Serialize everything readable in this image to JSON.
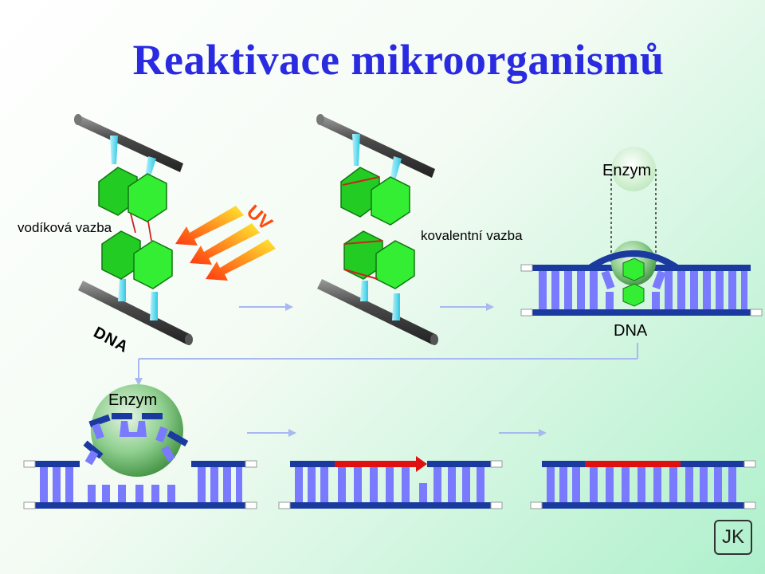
{
  "title": "Reaktivace mikroorganismů",
  "labels": {
    "enzym_top": "Enzym",
    "hydrogen_bond": "vodíková vazba",
    "uv": "UV",
    "covalent_bond": "kovalentní vazba",
    "dna_left": "DNA",
    "dna_right": "DNA",
    "enzym_bottom": "Enzym"
  },
  "logo": "JK",
  "colors": {
    "title": "#2a2ae0",
    "dna_backbone": "#1a3aa0",
    "dna_base": "#7a7aff",
    "thymine_dimer": "#22dd22",
    "repaired_strand": "#e01010",
    "enzyme": "#6fbf6f",
    "uv_arrow": "#ff7a10",
    "hydrogen_bridge": "#66e0f0",
    "flow_arrow": "#a8b8f0"
  }
}
